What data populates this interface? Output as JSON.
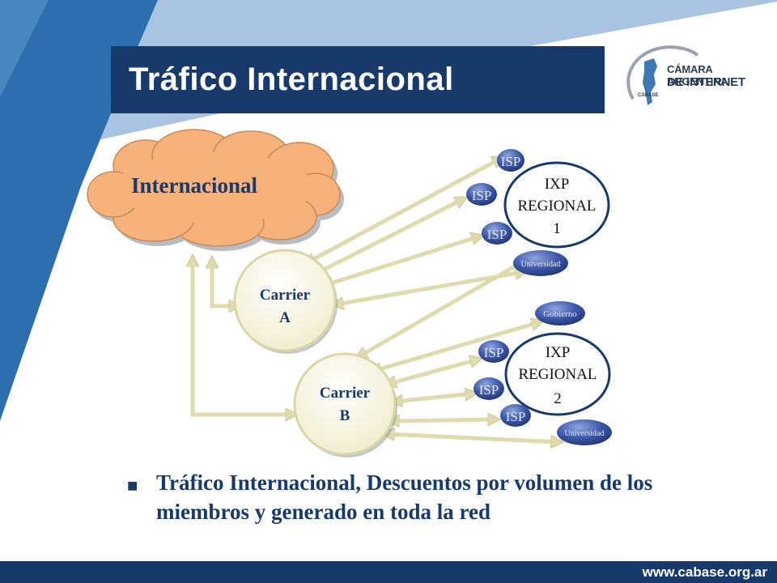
{
  "slide": {
    "title": "Tráfico Internacional",
    "bullet_icon": "square-bullet-icon",
    "bullet": "Tráfico Internacional, Descuentos por volumen de los miembros y generado en toda la red",
    "footer_url": "www.cabase.org.ar"
  },
  "logo": {
    "line1": "CÁMARA ARGENTINA",
    "line2": "DE INTERNET",
    "tag": "CABASE",
    "icon": "argentina-map-icon"
  },
  "colors": {
    "navy": "#173a6b",
    "band_light": "#a9c4e2",
    "band_mid": "#2d6fae",
    "cloud_fill": "#f6b27a",
    "arrow_fill": "#dedbae",
    "node_fill": "#3d58a8"
  },
  "diagram": {
    "cloud_label": "Internacional",
    "carrier_a": [
      "Carrier",
      "A"
    ],
    "carrier_b": [
      "Carrier",
      "B"
    ],
    "ixp1": [
      "IXP",
      "REGIONAL",
      "1"
    ],
    "ixp2": [
      "IXP",
      "REGIONAL",
      "2"
    ],
    "isp": "ISP",
    "universidad": "Universidad",
    "gobierno": "Gobierno"
  }
}
